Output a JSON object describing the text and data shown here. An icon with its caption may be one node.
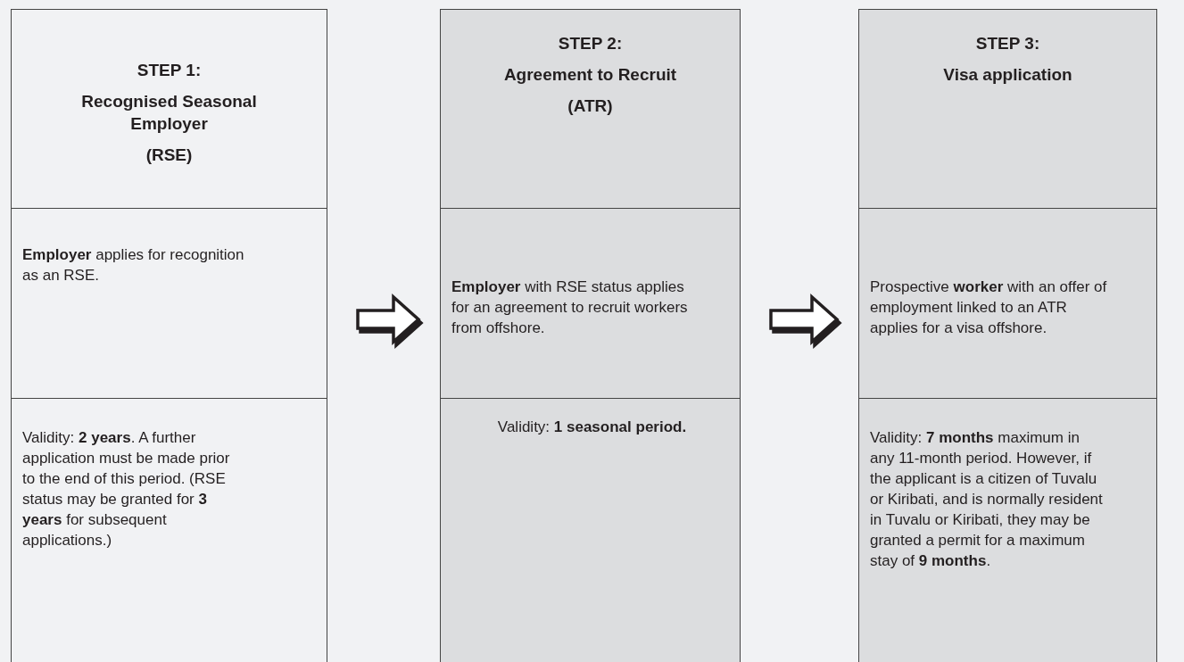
{
  "diagram": {
    "nodes": [
      {
        "text": [],
        "shape": "box"
      },
      {
        "text": [
          "STEP 1:",
          "Recognised Seasonal Employer",
          "(RSE)"
        ],
        "in": 0
      },
      {
        "text": [
          "**Employer** applies for recognition as an RSE."
        ],
        "in": 0
      },
      {
        "text": [
          "Validity: **2 years**. A further application must be made prior to the end of this period. (RSE status may be granted for **3 years** for subsequent applications.)"
        ],
        "in": 0
      },
      {
        "text": [],
        "shape": "box"
      },
      {
        "text": [
          "STEP 2:",
          "Agreement to Recruit",
          "(ATR)"
        ],
        "in": 4
      },
      {
        "text": [
          "**Employer** with RSE status applies for an agreement to recruit workers from offshore."
        ],
        "in": 4
      },
      {
        "text": [
          "Validity: **1 seasonal period.**"
        ],
        "in": 4
      },
      {
        "text": [],
        "shape": "box"
      },
      {
        "text": [
          "STEP 3:",
          "Visa application"
        ],
        "in": 8
      },
      {
        "text": [
          "Prospective **worker** with an offer of employment linked to an ATR applies for a visa offshore."
        ],
        "in": 8
      },
      {
        "text": [
          "Validity: **7 months** maximum in any 11-month period. However, if the applicant is a citizen of Tuvalu or Kiribati, and is normally resident in Tuvalu or Kiribati, they may be granted a permit for a maximum stay of **9 months**."
        ],
        "in": 8
      }
    ],
    "edges": [
      {
        "from": 0,
        "to": 4,
        "arrow": "to"
      },
      {
        "from": 4,
        "to": 8,
        "arrow": "to"
      }
    ]
  }
}
